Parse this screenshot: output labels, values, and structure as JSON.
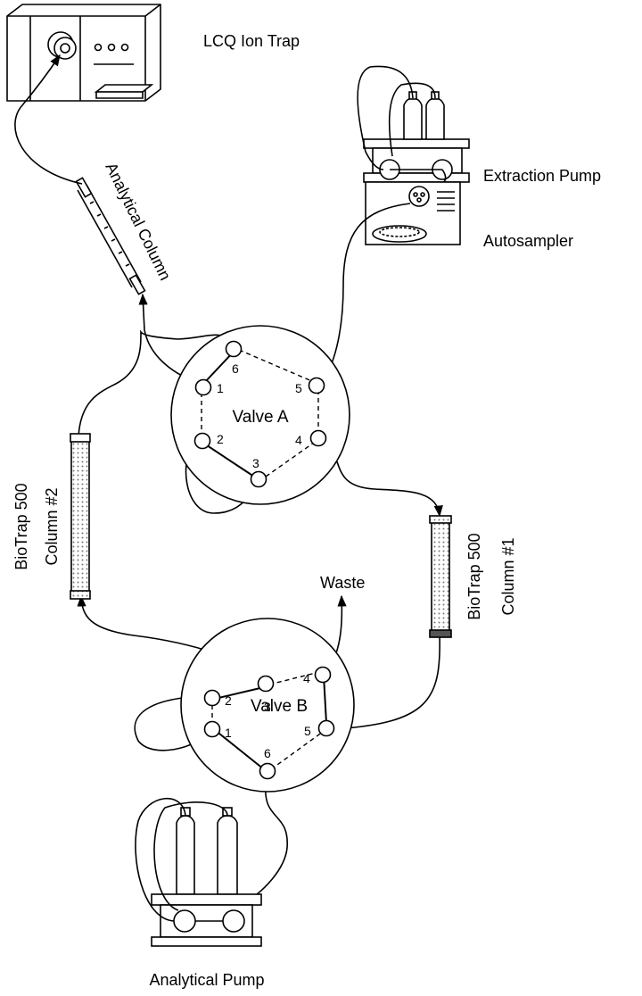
{
  "labels": {
    "ion_trap": "LCQ Ion Trap",
    "extraction_pump": "Extraction Pump",
    "autosampler": "Autosampler",
    "analytical_column": "Analytical Column",
    "biotrap_2_line1": "BioTrap 500",
    "biotrap_2_line2": "Column #2",
    "biotrap_1_line1": "BioTrap 500",
    "biotrap_1_line2": "Column #1",
    "waste": "Waste",
    "analytical_pump": "Analytical Pump"
  },
  "valve_a": {
    "label": "Valve A",
    "ports": [
      "1",
      "2",
      "3",
      "4",
      "5",
      "6"
    ]
  },
  "valve_b": {
    "label": "Valve B",
    "ports": [
      "1",
      "2",
      "3",
      "4",
      "5",
      "6"
    ]
  }
}
